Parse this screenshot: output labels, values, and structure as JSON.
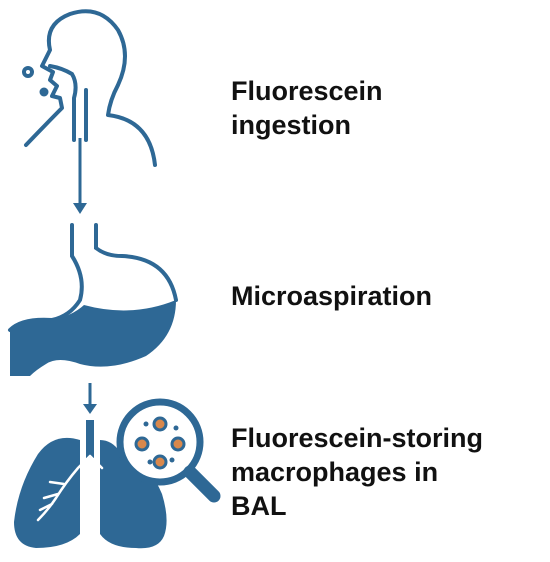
{
  "colors": {
    "primary": "#2e6895",
    "accent": "#d9884c",
    "text": "#111111",
    "background": "#ffffff"
  },
  "steps": [
    {
      "icon": "head-swallowing-icon",
      "lines": [
        "Fluorescein",
        "ingestion"
      ]
    },
    {
      "icon": "stomach-icon",
      "lines": [
        "Microaspiration"
      ]
    },
    {
      "icon": "lungs-magnifier-icon",
      "lines": [
        "Fluorescein-storing",
        "macrophages in",
        "BAL"
      ]
    }
  ]
}
